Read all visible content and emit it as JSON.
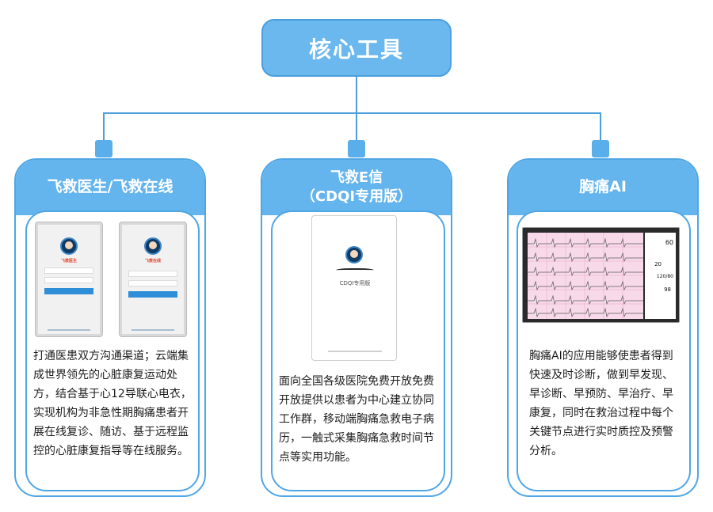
{
  "root": {
    "title": "核心工具"
  },
  "cards": [
    {
      "title": "飞救医生/飞救在线",
      "phones": [
        {
          "app_name": "飞救医生"
        },
        {
          "app_name": "飞救在线"
        }
      ],
      "description": "打通医患双方沟通渠道；云端集成世界领先的心脏康复运动处方，结合基于心12导联心电衣，实现机构为非急性期胸痛患者开展在线复诊、随访、基于远程监控的心脏康复指导等在线服务。"
    },
    {
      "title_line1": "飞救E信",
      "title_line2": "（CDQI专用版）",
      "screen_caption": "CDQI专用版",
      "description": "面向全国各级医院免费开放免费开放提供以患者为中心建立协同工作群，移动端胸痛急救电子病历，一触式采集胸痛急救时间节点等实用功能。"
    },
    {
      "title": "胸痛AI",
      "monitor_values": [
        "60",
        "20",
        "120/80",
        "98"
      ],
      "description": "胸痛AI的应用能够使患者得到快速及时诊断，做到早发现、早诊断、早预防、早治疗、早康复，同时在救治过程中每个关键节点进行实时质控及预警分析。"
    }
  ]
}
